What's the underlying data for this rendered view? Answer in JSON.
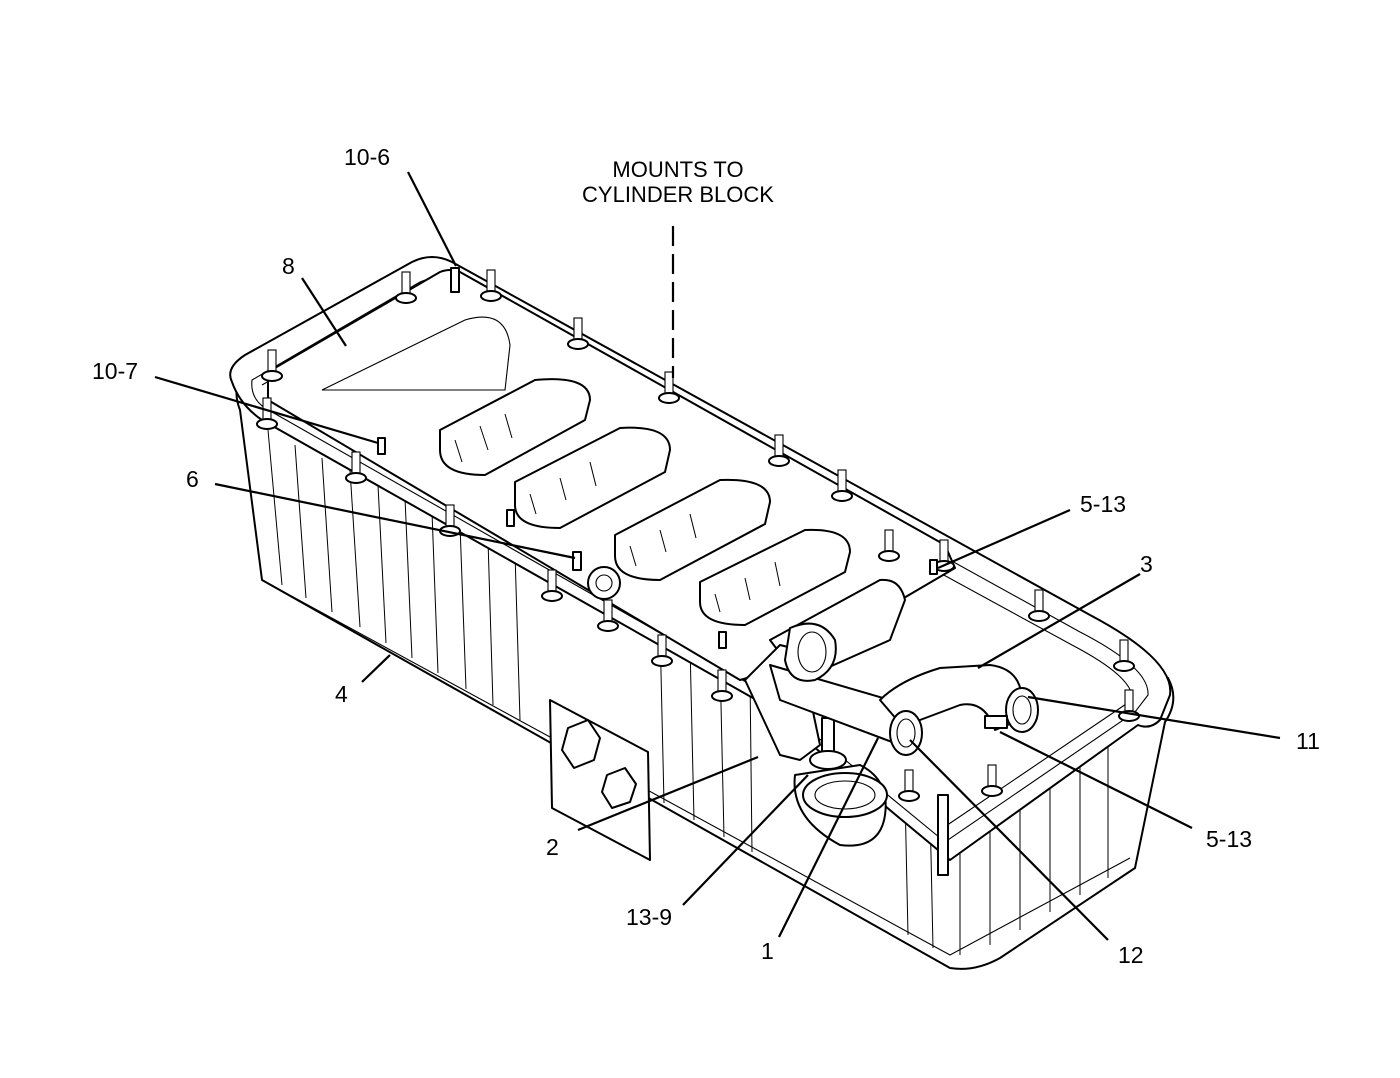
{
  "note": {
    "line1": "MOUNTS TO",
    "line2": "CYLINDER BLOCK"
  },
  "callouts": {
    "c10_6": "10-6",
    "c8": "8",
    "c10_7": "10-7",
    "c6": "6",
    "c5_13_top": "5-13",
    "c3": "3",
    "c11": "11",
    "c4": "4",
    "c2": "2",
    "c5_13_bottom": "5-13",
    "c13_9": "13-9",
    "c1": "1",
    "c12": "12"
  },
  "colors": {
    "line": "#000000",
    "background": "#ffffff"
  }
}
